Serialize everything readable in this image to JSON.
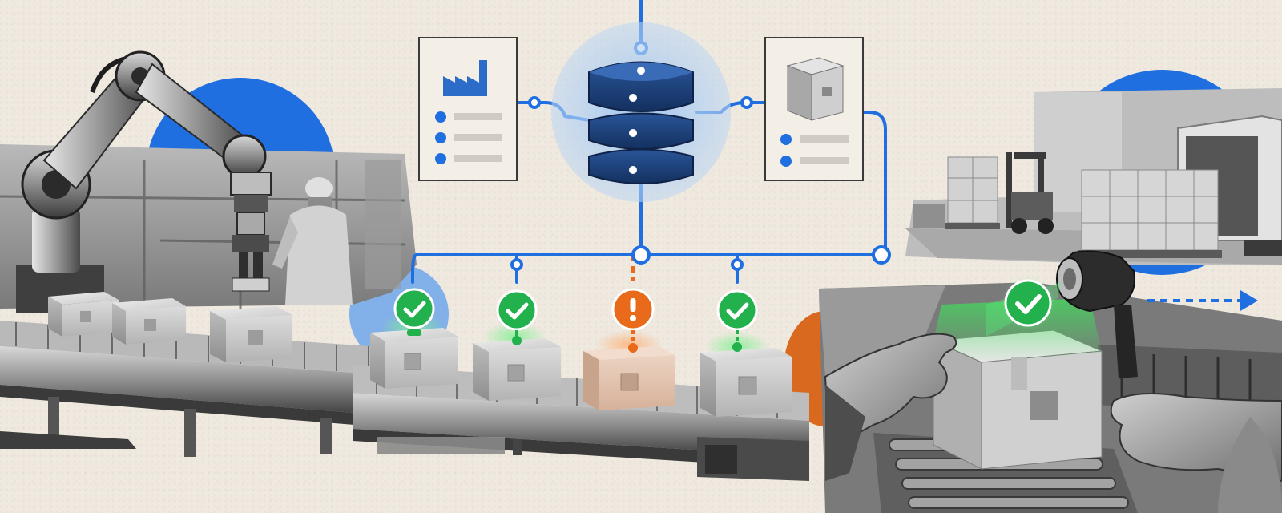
{
  "scene": {
    "kind": "illustration",
    "theme": "automated conveyor quality inspection with central database",
    "colors": {
      "paper": "#efe9df",
      "accent_blue": "#1f6fe0",
      "db_navy": "#1d3e76",
      "check_green": "#22b14c",
      "alert_orange": "#e86a1a",
      "orange_blob": "#d9691f",
      "ink": "#2a2a2a"
    },
    "icons": {
      "left_card": "factory-icon",
      "right_card": "package-icon",
      "center": "database-icon",
      "end": "arrow-right-icon"
    },
    "inspection_statuses": [
      "check",
      "check",
      "alert",
      "check"
    ],
    "hand_scan_status": "check"
  }
}
